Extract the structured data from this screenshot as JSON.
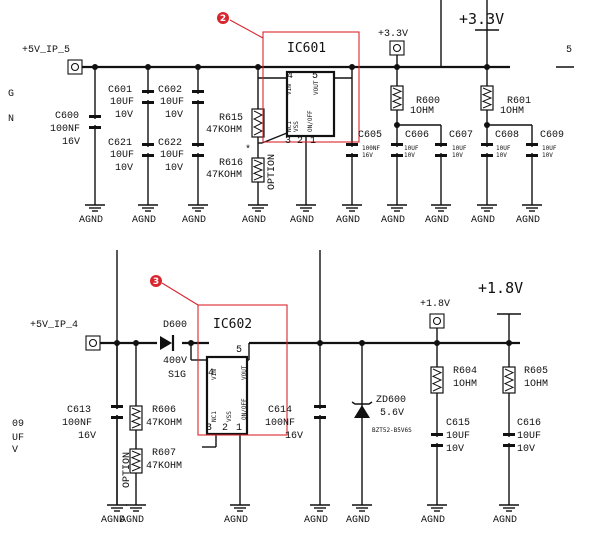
{
  "section1": {
    "badge": "2",
    "ic_name": "IC601",
    "ic_pins": [
      "VIN",
      "NC1",
      "VSS",
      "ON/OFF",
      "VOUT"
    ],
    "ic_pin_nums": [
      "4",
      "5",
      "3",
      "2",
      "1"
    ],
    "input_net": "+5V_IP_5",
    "left_labels": [
      "G",
      "N"
    ],
    "right_label": "5",
    "rail_small": "+3.3V",
    "rail_big": "+3.3V",
    "parts": [
      {
        "ref": "C600",
        "value": "100NF",
        "extra": "16V"
      },
      {
        "ref": "C601",
        "value": "10UF",
        "extra": "10V"
      },
      {
        "ref": "C602",
        "value": "10UF",
        "extra": "10V"
      },
      {
        "ref": "C621",
        "value": "10UF",
        "extra": "10V"
      },
      {
        "ref": "C622",
        "value": "10UF",
        "extra": "10V"
      },
      {
        "ref": "R615",
        "value": "47KOHM",
        "extra": ""
      },
      {
        "ref": "R616",
        "value": "47KOHM",
        "extra": "OPTION"
      },
      {
        "ref": "C605",
        "value": "100NF",
        "extra": "16V"
      },
      {
        "ref": "R600",
        "value": "1OHM",
        "extra": ""
      },
      {
        "ref": "R601",
        "value": "1OHM",
        "extra": ""
      },
      {
        "ref": "C606",
        "value": "10UF",
        "extra": "10V"
      },
      {
        "ref": "C607",
        "value": "10UF",
        "extra": "10V"
      },
      {
        "ref": "C608",
        "value": "10UF",
        "extra": "10V"
      },
      {
        "ref": "C609",
        "value": "10UF",
        "extra": "10V"
      }
    ],
    "star": "*",
    "gnd_label": "AGND"
  },
  "section2": {
    "badge": "3",
    "ic_name": "IC602",
    "ic_pins": [
      "VIN",
      "NC1",
      "VSS",
      "ON/OFF",
      "VOUT"
    ],
    "ic_pin_nums": [
      "4",
      "5",
      "3",
      "2",
      "1"
    ],
    "input_net": "+5V_IP_4",
    "left_labels": [
      "09",
      "UF",
      "V"
    ],
    "rail_small": "+1.8V",
    "rail_big": "+1.8V",
    "diode": {
      "ref": "D600",
      "value": "400V",
      "extra": "S1G"
    },
    "zener": {
      "ref": "ZD600",
      "value": "5.6V",
      "extra": "BZT52-B5V6S"
    },
    "parts": [
      {
        "ref": "C613",
        "value": "100NF",
        "extra": "16V"
      },
      {
        "ref": "R606",
        "value": "47KOHM",
        "extra": ""
      },
      {
        "ref": "R607",
        "value": "47KOHM",
        "extra": "OPTION"
      },
      {
        "ref": "C614",
        "value": "100NF",
        "extra": "16V"
      },
      {
        "ref": "R604",
        "value": "1OHM",
        "extra": ""
      },
      {
        "ref": "R605",
        "value": "1OHM",
        "extra": ""
      },
      {
        "ref": "C615",
        "value": "10UF",
        "extra": "10V"
      },
      {
        "ref": "C616",
        "value": "10UF",
        "extra": "10V"
      }
    ],
    "gnd_label": "AGND"
  }
}
